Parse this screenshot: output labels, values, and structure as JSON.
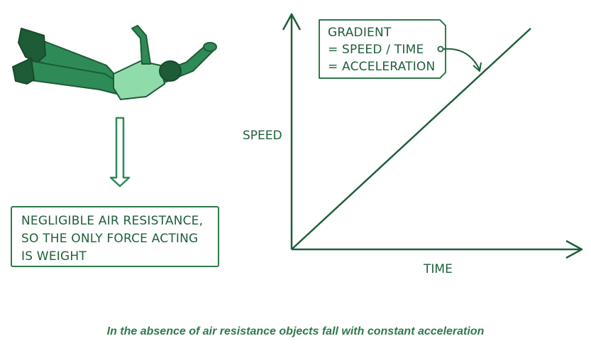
{
  "note": {
    "lines": [
      "NEGLIGIBLE  AIR  RESISTANCE,",
      "SO  THE  ONLY  FORCE  ACTING",
      "IS  WEIGHT"
    ]
  },
  "graph": {
    "y_label": "SPEED",
    "x_label": "TIME",
    "callout_lines": [
      "GRADIENT",
      "= SPEED / TIME",
      "= ACCELERATION"
    ]
  },
  "caption": "In the absence of air resistance objects fall with constant acceleration",
  "colors": {
    "ink": "#1f5f3a",
    "body_green": "#2e8b57",
    "shirt_green": "#8fdcaa",
    "dark_green": "#1d5c36"
  }
}
